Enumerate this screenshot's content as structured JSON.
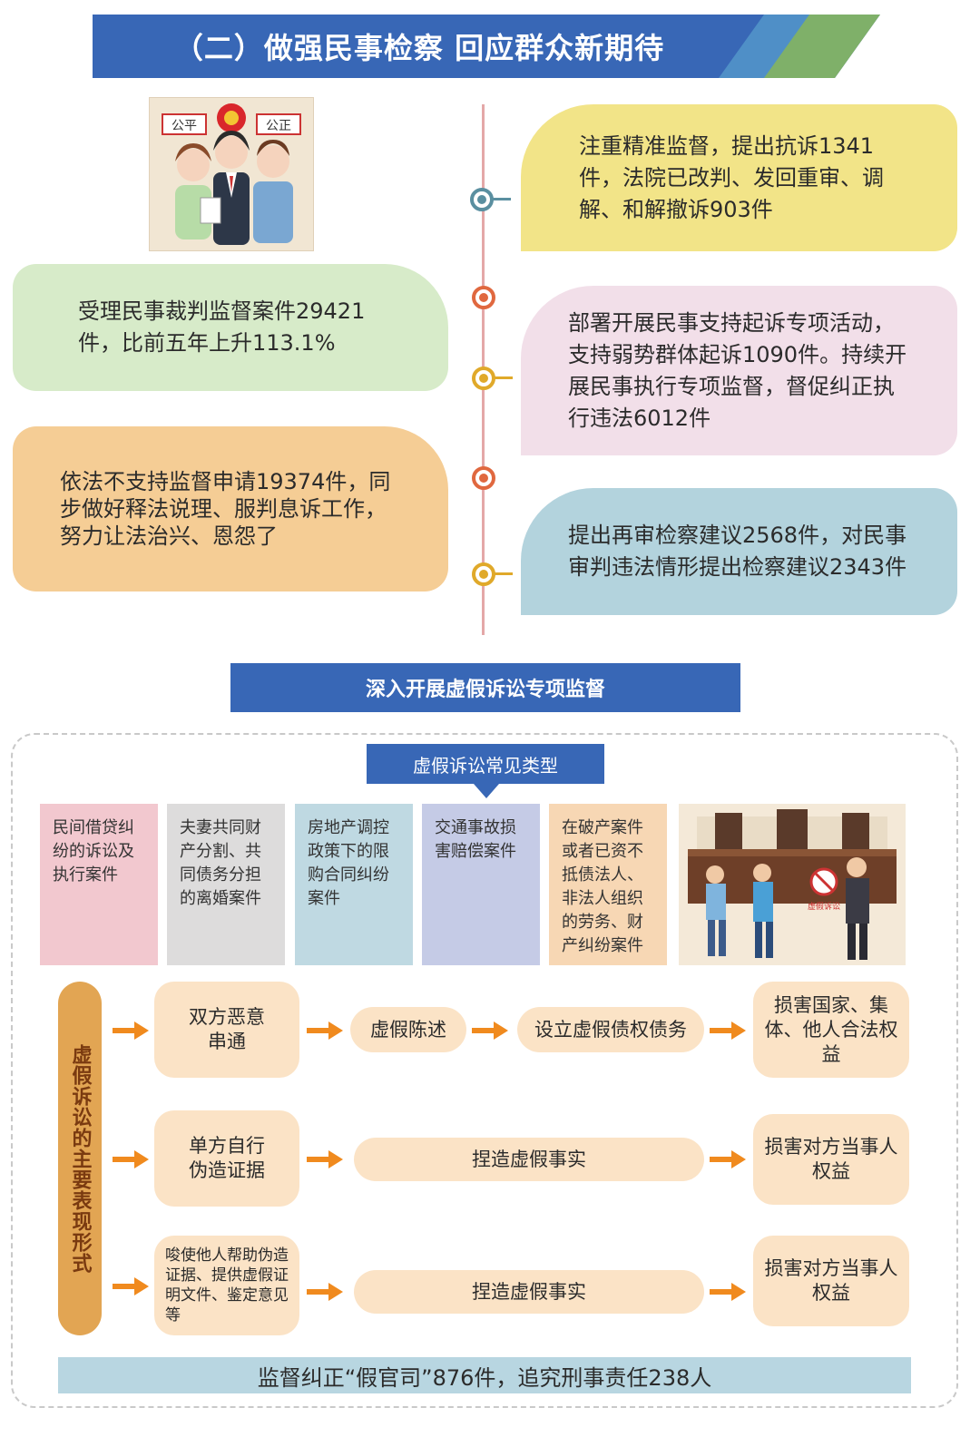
{
  "header": {
    "title": "（二）做强民事检察 回应群众新期待"
  },
  "illustration1": {
    "sign_left": "公平",
    "sign_right": "公正"
  },
  "timeline": {
    "items": [
      {
        "text": "注重精准监督，提出抗诉1341件，法院已改判、发回重审、调解、和解撤诉903件",
        "color": "#f2e488"
      },
      {
        "text": "受理民事裁判监督案件29421件，比前五年上升113.1%",
        "color": "#d7ebc9"
      },
      {
        "text": "部署开展民事支持起诉专项活动，支持弱势群体起诉1090件。持续开展民事执行专项监督，督促纠正执行违法6012件",
        "color": "#f2dfe9"
      },
      {
        "text": "依法不支持监督申请19374件，同步做好释法说理、服判息诉工作，努力让法治兴、恩怨了",
        "color": "#f5cd95"
      },
      {
        "text": "提出再审检察建议2568件，对民事审判违法情形提出检察建议2343件",
        "color": "#b3d3dd"
      }
    ]
  },
  "section2": {
    "title": "深入开展虚假诉讼专项监督",
    "types_title": "虚假诉讼常见类型",
    "types": [
      {
        "text": "民间借贷纠纷的诉讼及执行案件",
        "color": "#f2c8cf"
      },
      {
        "text": "夫妻共同财产分割、共同债务分担的离婚案件",
        "color": "#dddcdc"
      },
      {
        "text": "房地产调控政策下的限购合同纠纷案件",
        "color": "#bfd9e2"
      },
      {
        "text": "交通事故损害赔偿案件",
        "color": "#c5cbe6"
      },
      {
        "text": "在破产案件或者已资不抵债法人、非法人组织的劳务、财产纠纷案件",
        "color": "#f7d7b4"
      }
    ],
    "illustration2": {
      "badge": "虚假诉讼"
    },
    "forms_label": "虚假诉讼的主要表现形式",
    "rows": [
      {
        "start": "双方恶意串通",
        "mid1": "虚假陈述",
        "mid2": "设立虚假债权债务",
        "end": "损害国家、集体、他人合法权益"
      },
      {
        "start": "单方自行伪造证据",
        "mid": "捏造虚假事实",
        "end": "损害对方当事人权益"
      },
      {
        "start": "唆使他人帮助伪造证据、提供虚假证明文件、鉴定意见等",
        "mid": "捏造虚假事实",
        "end": "损害对方当事人权益"
      }
    ],
    "footer": "监督纠正“假官司”876件，追究刑事责任238人"
  },
  "colors": {
    "blue": "#3867b6",
    "pill": "#fbe3c6",
    "accent": "#e2a553",
    "arrow": "#f08a1e"
  }
}
